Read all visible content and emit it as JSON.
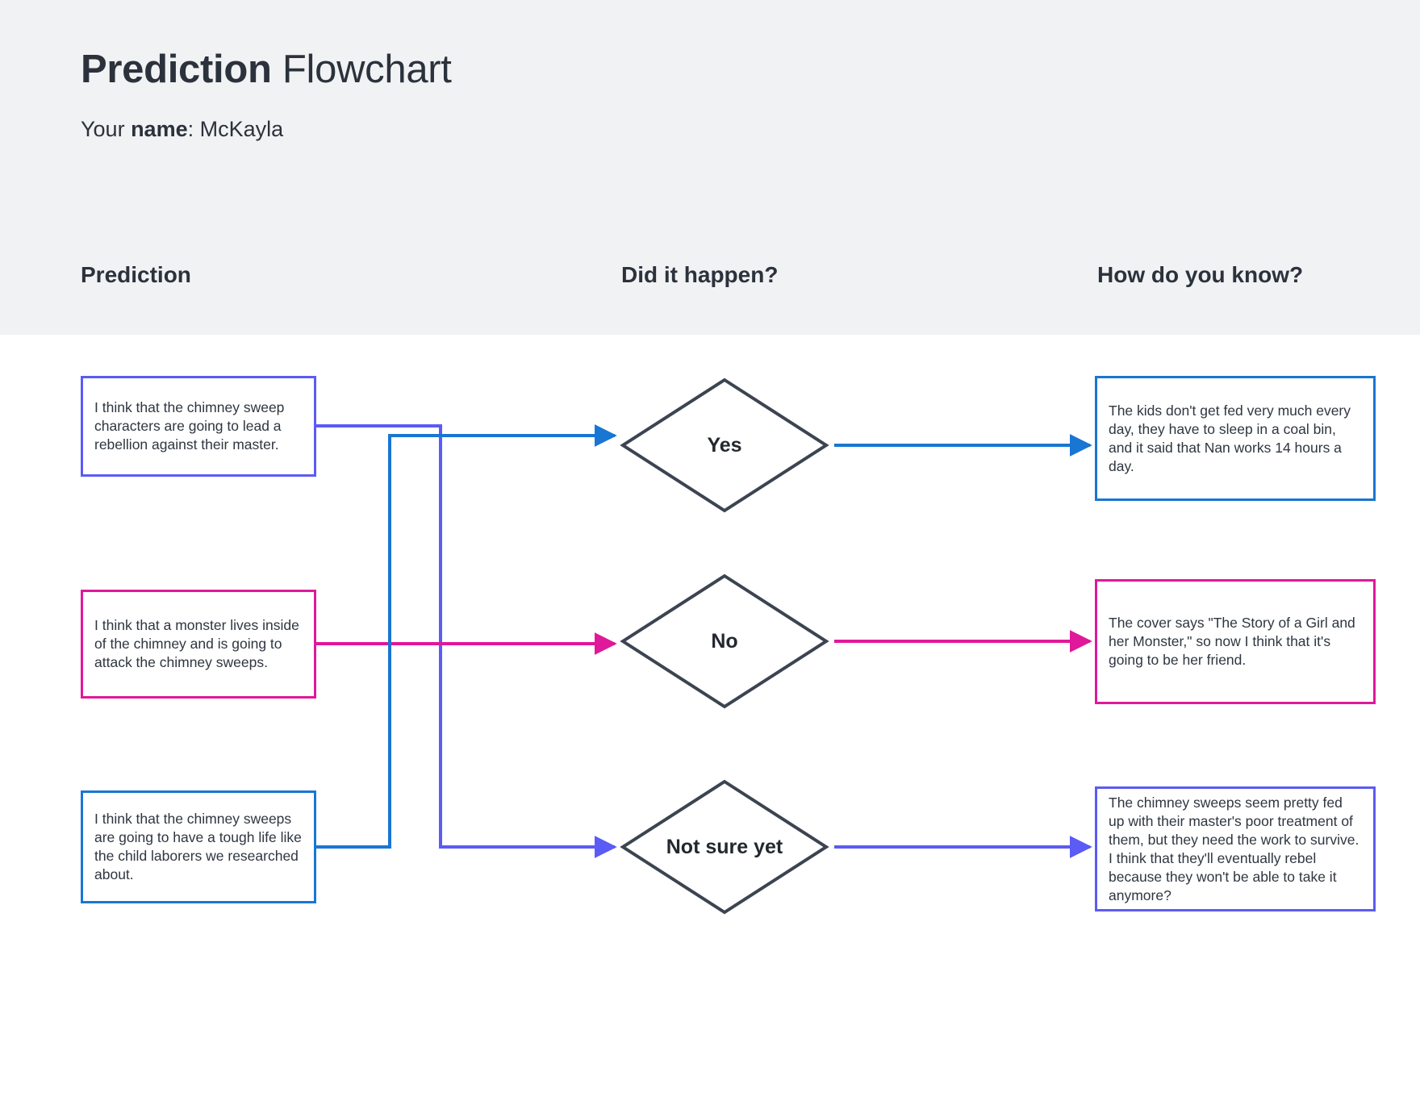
{
  "header": {
    "title_bold": "Prediction",
    "title_rest": " Flowchart",
    "subtitle_prefix": "Your ",
    "subtitle_bold": "name",
    "subtitle_rest": ": McKayla"
  },
  "columns": [
    {
      "label": "Prediction"
    },
    {
      "label": "Did it happen?"
    },
    {
      "label": "How do you know?"
    }
  ],
  "colors": {
    "purple": "#5B5BF5",
    "pink": "#E0189A",
    "blue": "#1976D2",
    "diamond_stroke": "#3C4451",
    "text": "#2F3640",
    "header_band": "#F1F2F4",
    "page_background": "#FFFFFF"
  },
  "predictions": [
    {
      "id": "prediction-1",
      "text": "I think that the chimney sweep characters are going to lead a rebellion against their master.",
      "color": "#5B5BF5",
      "color_name": "purple",
      "connects_to": "Not sure yet"
    },
    {
      "id": "prediction-2",
      "text": "I think that a monster lives inside of the chimney and is going to attack the chimney sweeps.",
      "color": "#E0189A",
      "color_name": "pink",
      "connects_to": "No"
    },
    {
      "id": "prediction-3",
      "text": "I think that the chimney sweeps are going to have a tough life like the child laborers we researched about.",
      "color": "#1976D2",
      "color_name": "blue",
      "connects_to": "Yes"
    }
  ],
  "decisions": [
    {
      "id": "decision-yes",
      "label": "Yes"
    },
    {
      "id": "decision-no",
      "label": "No"
    },
    {
      "id": "decision-not-sure",
      "label": "Not sure yet"
    }
  ],
  "evidence": [
    {
      "id": "evidence-1",
      "text": "The kids don't get fed very much every day, they have to sleep in a coal bin, and it said that Nan works 14 hours a day.",
      "color": "#1976D2",
      "color_name": "blue",
      "from_decision": "Yes"
    },
    {
      "id": "evidence-2",
      "text": "The cover says \"The Story of a Girl and her Monster,\" so now I think that it's going to be her friend.",
      "color": "#E0189A",
      "color_name": "pink",
      "from_decision": "No"
    },
    {
      "id": "evidence-3",
      "text": "The chimney sweeps seem pretty fed up with their master's poor treatment of them, but they need the work to survive. I think that they'll eventually rebel because they won't be able to take it anymore?",
      "color": "#5B5BF5",
      "color_name": "purple",
      "from_decision": "Not sure yet"
    }
  ]
}
